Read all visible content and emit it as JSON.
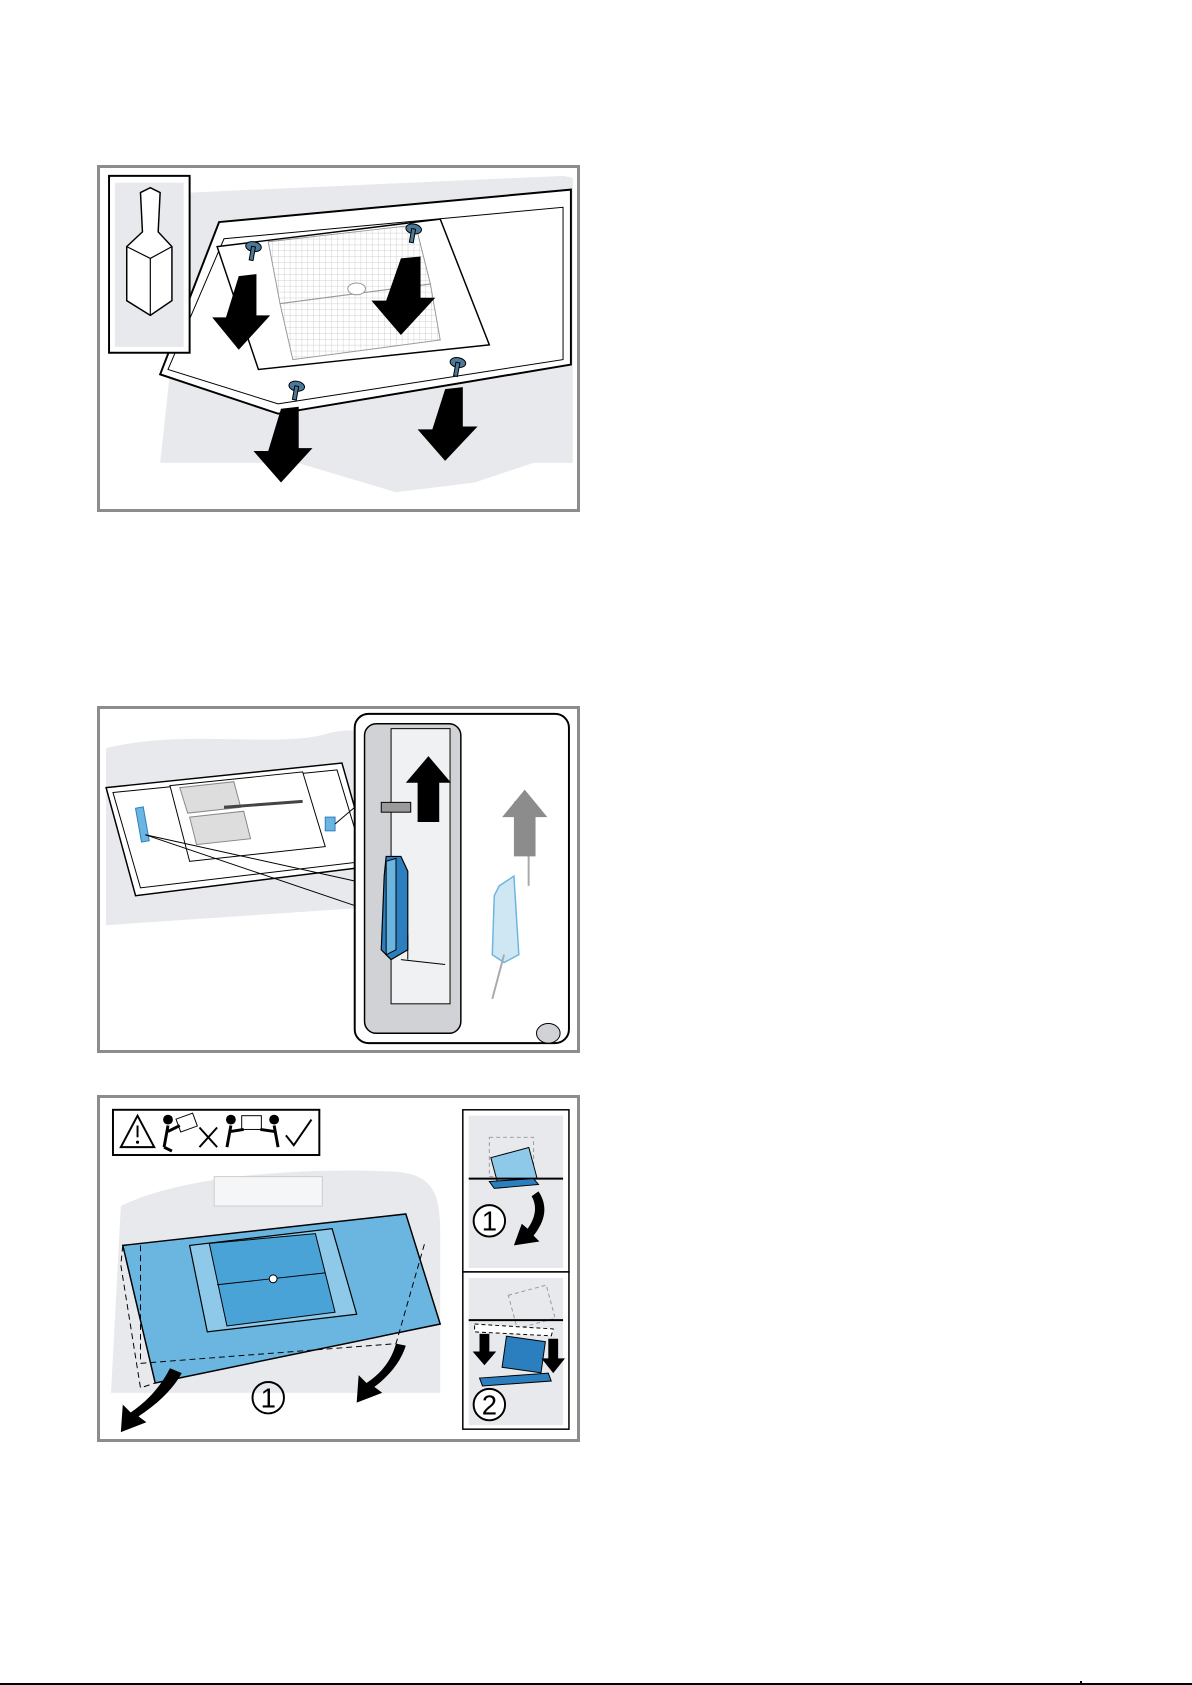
{
  "figures": [
    {
      "id": "remove-screws",
      "icons": [
        "torx-bit-icon",
        "screw-icon",
        "arrow-down-icon"
      ]
    },
    {
      "id": "release-clips",
      "icons": [
        "clip-icon",
        "arrow-up-icon",
        "zoom-callout-icon"
      ]
    },
    {
      "id": "lower-panel",
      "icons": [
        "warning-icon",
        "two-person-lift-icon",
        "cross-mark-icon",
        "check-mark-icon",
        "curved-arrow-icon"
      ],
      "step_labels": {
        "main_step": "1",
        "inset_top_step": "1",
        "inset_bottom_step": "2"
      }
    }
  ],
  "colors": {
    "frame": "#8c8c8c",
    "background_gray": "#e8e9ec",
    "accent_blue": "#6bb6e0",
    "dark_blue": "#2b7fbf",
    "arrow": "#000000"
  }
}
